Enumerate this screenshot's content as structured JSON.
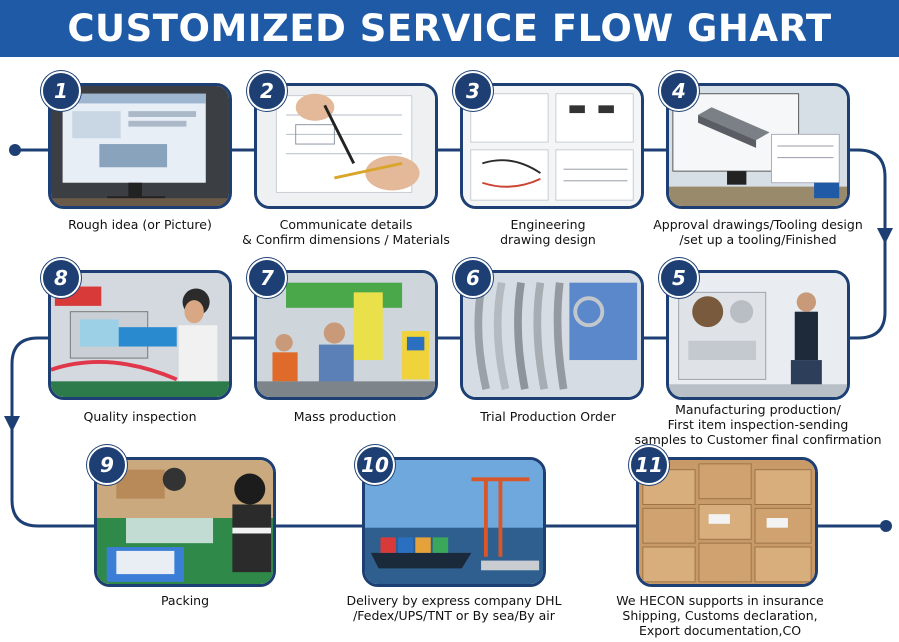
{
  "title": "CUSTOMIZED SERVICE FLOW GHART",
  "colors": {
    "title_bar": "#1f5aa6",
    "flow_line": "#1d3f73",
    "badge": "#1d3f73"
  },
  "steps": [
    {
      "number": "1",
      "caption": "Rough idea (or Picture)"
    },
    {
      "number": "2",
      "caption": "Communicate details\n& Confirm dimensions / Materials"
    },
    {
      "number": "3",
      "caption": "Engineering\ndrawing design"
    },
    {
      "number": "4",
      "caption": "Approval drawings/Tooling design\n/set up a tooling/Finished"
    },
    {
      "number": "5",
      "caption": "Manufacturing production/\nFirst item inspection-sending\nsamples to Customer final confirmation"
    },
    {
      "number": "6",
      "caption": "Trial Production Order"
    },
    {
      "number": "7",
      "caption": "Mass production"
    },
    {
      "number": "8",
      "caption": "Quality inspection"
    },
    {
      "number": "9",
      "caption": "Packing"
    },
    {
      "number": "10",
      "caption": "Delivery by express company DHL\n/Fedex/UPS/TNT or By sea/By air"
    },
    {
      "number": "11",
      "caption": "We HECON supports in insurance\nShipping, Customs declaration,\nExport documentation,CO"
    }
  ]
}
